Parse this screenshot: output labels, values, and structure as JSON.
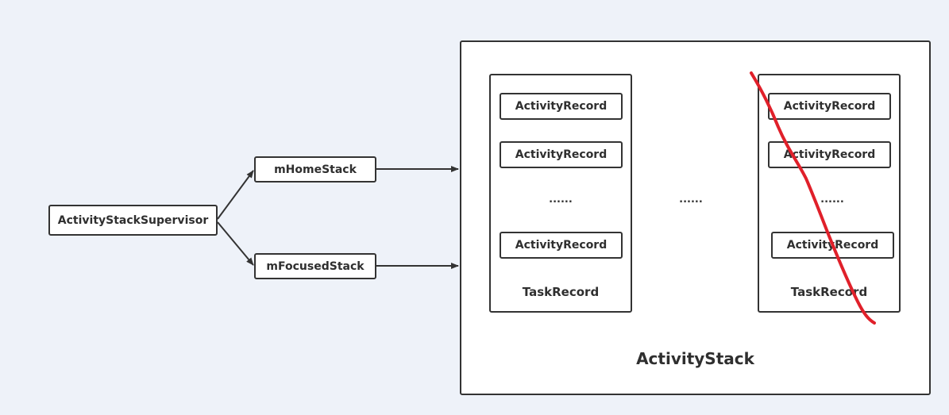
{
  "diagram": {
    "supervisor": {
      "label": "ActivityStackSupervisor"
    },
    "home_stack": {
      "label": "mHomeStack"
    },
    "focused_stack": {
      "label": "mFocusedStack"
    },
    "activity_stack": {
      "label": "ActivityStack",
      "between_tasks_ellipsis": "......",
      "tasks": [
        {
          "label": "TaskRecord",
          "records": [
            "ActivityRecord",
            "ActivityRecord",
            "ActivityRecord"
          ],
          "ellipsis": "......",
          "crossed_out": false
        },
        {
          "label": "TaskRecord",
          "records": [
            "ActivityRecord",
            "ActivityRecord",
            "ActivityRecord"
          ],
          "ellipsis": "......",
          "crossed_out": true
        }
      ]
    },
    "colors": {
      "background": "#eef2f9",
      "stroke": "#333333",
      "strike_annotation": "#e0202a"
    }
  }
}
